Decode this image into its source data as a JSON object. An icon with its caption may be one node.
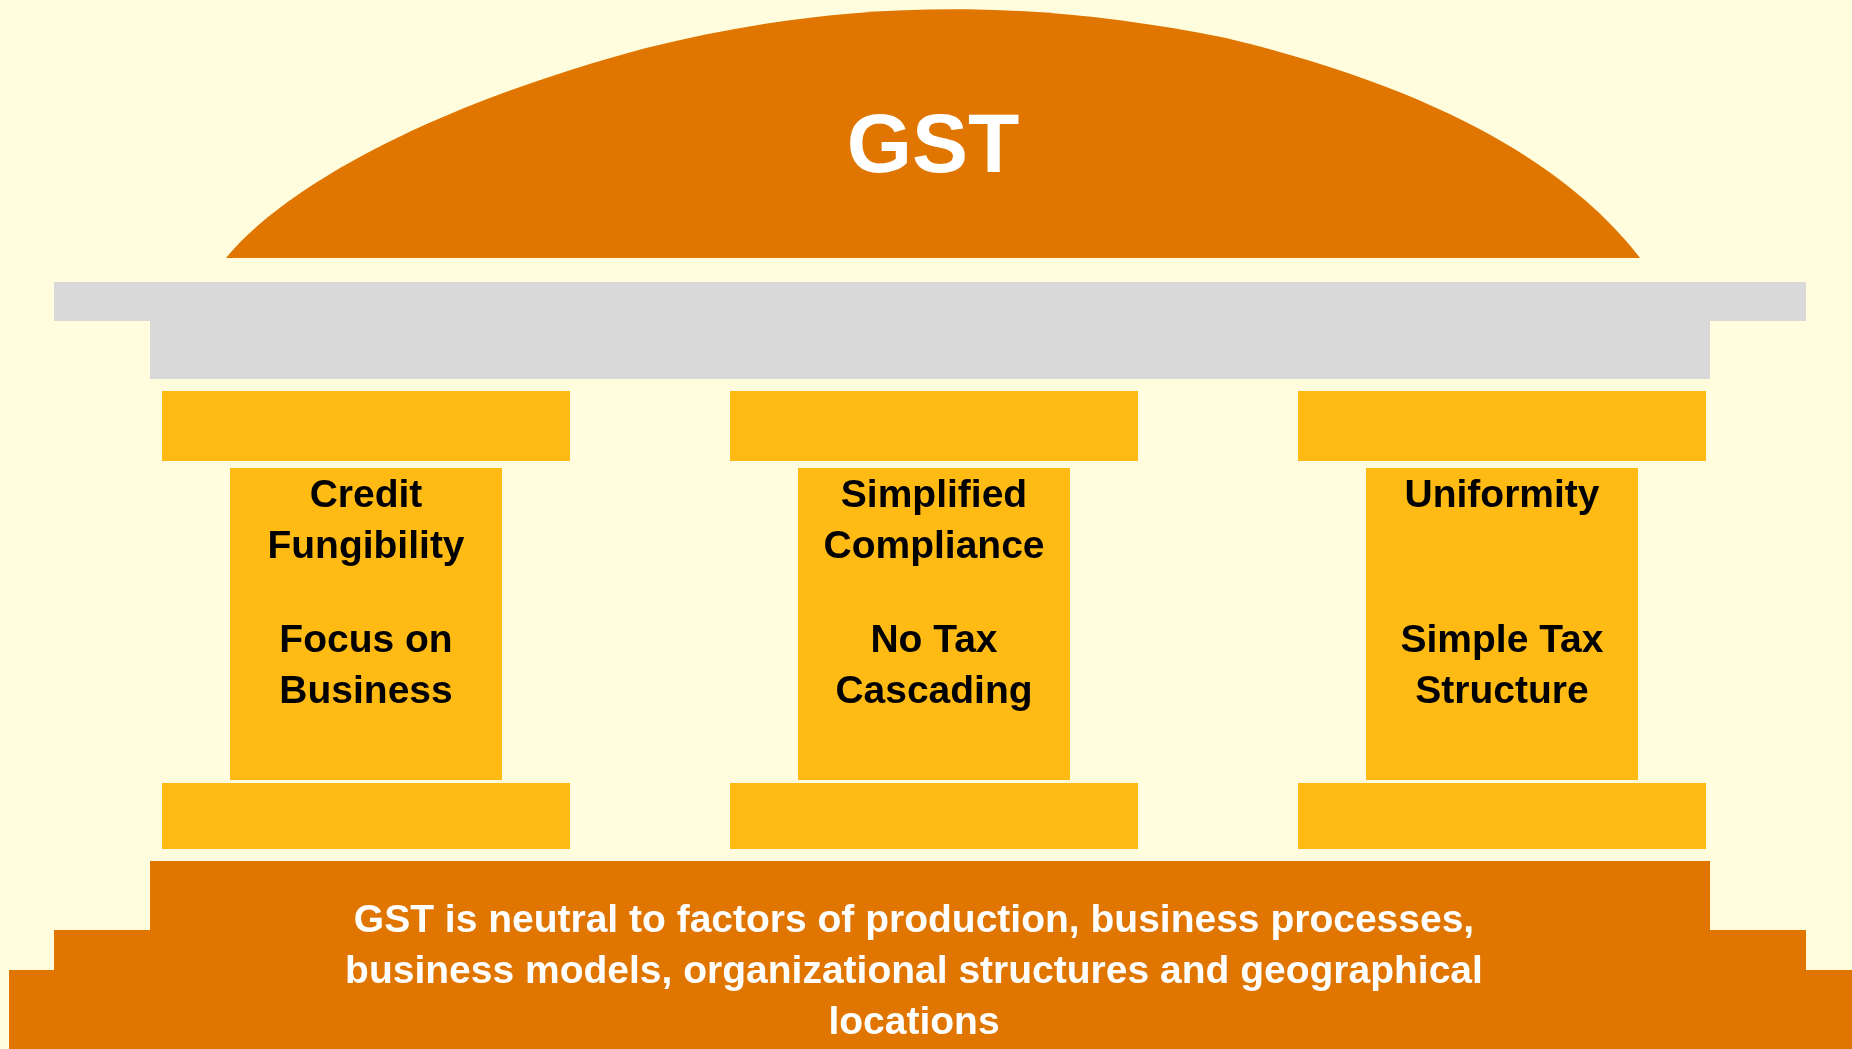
{
  "diagram": {
    "nodes": [
      {
        "text": [
          "GST"
        ]
      },
      {
        "text": [],
        "shape": "box"
      },
      {
        "text": [],
        "shape": "box"
      },
      {
        "text": [],
        "shape": "box"
      },
      {
        "text": [],
        "shape": "box"
      },
      {
        "text": [
          "Credit Fungibility",
          "Focus on Business"
        ]
      },
      {
        "text": [
          "Simplified Compliance",
          "No Tax Cascading"
        ]
      },
      {
        "text": [
          "Uniformity",
          "Simple Tax Structure"
        ]
      },
      {
        "text": [],
        "shape": "box"
      },
      {
        "text": [],
        "shape": "box"
      },
      {
        "text": [],
        "shape": "box"
      },
      {
        "text": [
          "GST is neutral to factors of production, business processes, business models, organizational structures and geographical locations"
        ]
      }
    ],
    "edges": []
  }
}
